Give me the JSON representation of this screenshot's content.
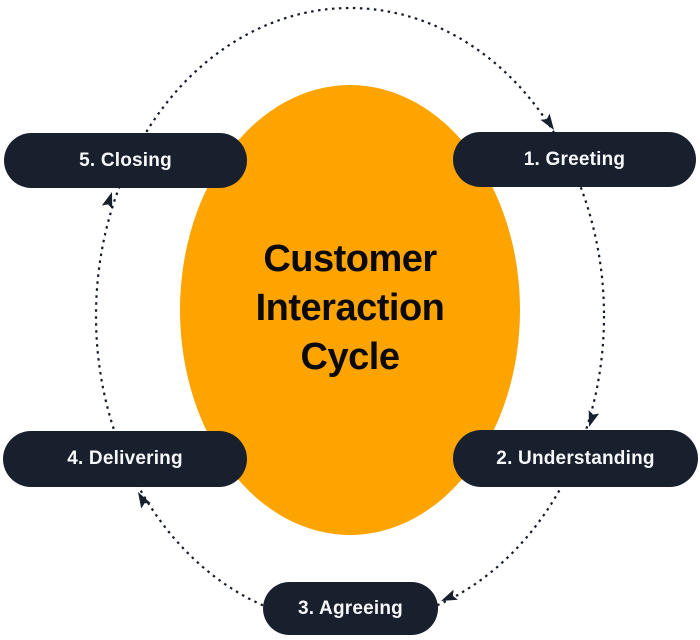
{
  "title": "Customer Interaction Cycle",
  "center": {
    "lines": [
      "Customer",
      "Interaction",
      "Cycle"
    ]
  },
  "steps": [
    {
      "label": "1. Greeting"
    },
    {
      "label": "2. Understanding"
    },
    {
      "label": "3. Agreeing"
    },
    {
      "label": "4. Delivering"
    },
    {
      "label": "5. Closing"
    }
  ],
  "colors": {
    "background": "#ffffff",
    "orange": "#fda400",
    "navy": "#181f2d",
    "line": "#141b28",
    "ink": "#0a0a0c",
    "pill_text": "#f7f8fa"
  }
}
